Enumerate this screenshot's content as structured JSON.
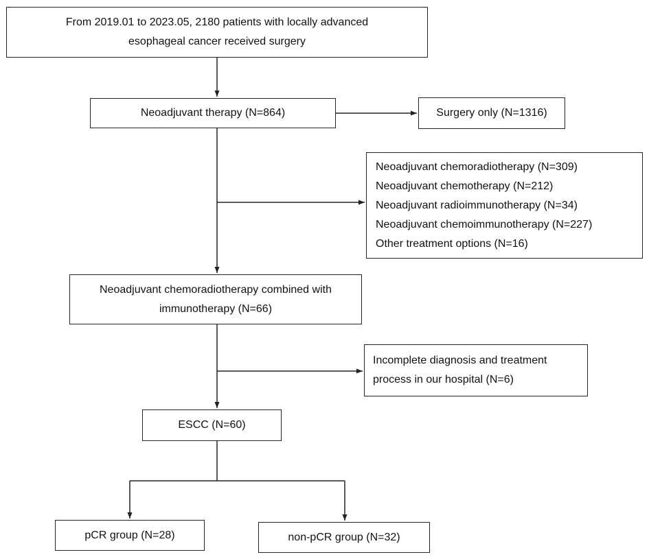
{
  "boxes": {
    "start": {
      "lines": [
        "From 2019.01 to 2023.05, 2180 patients with locally advanced",
        "esophageal cancer received surgery"
      ]
    },
    "neoadjuvant": {
      "lines": [
        "Neoadjuvant therapy (N=864)"
      ]
    },
    "surgery_only": {
      "lines": [
        "Surgery only (N=1316)"
      ]
    },
    "excluded_regimens": {
      "lines": [
        "Neoadjuvant chemoradiotherapy (N=309)",
        "Neoadjuvant chemotherapy (N=212)",
        "Neoadjuvant radioimmunotherapy (N=34)",
        "Neoadjuvant chemoimmunotherapy (N=227)",
        "Other treatment options (N=16)"
      ]
    },
    "nacrt_immuno": {
      "lines": [
        "Neoadjuvant chemoradiotherapy combined with",
        "immunotherapy (N=66)"
      ]
    },
    "incomplete": {
      "lines": [
        "Incomplete diagnosis and treatment",
        "process in our hospital (N=6)"
      ]
    },
    "escc": {
      "lines": [
        "ESCC (N=60)"
      ]
    },
    "pcr": {
      "lines": [
        "pCR group (N=28)"
      ]
    },
    "non_pcr": {
      "lines": [
        "non-pCR group (N=32)"
      ]
    }
  },
  "colors": {
    "line": "#222222",
    "background": "#ffffff",
    "text": "#111111"
  }
}
